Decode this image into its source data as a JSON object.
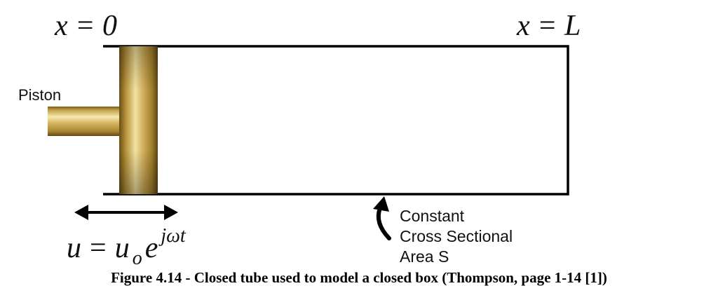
{
  "labels": {
    "x_start": "x = 0",
    "x_end": "x = L",
    "piston": "Piston",
    "velocity": {
      "u": "u",
      "equals": "=",
      "u2": "u",
      "sub": "o",
      "e": "e",
      "exp": "jωt"
    },
    "area_lines": [
      "Constant",
      "Cross Sectional",
      "Area S"
    ]
  },
  "caption": "Figure 4.14 - Closed tube used to model a closed box (Thompson, page 1-14 [1])",
  "colors": {
    "tube_line": "#000000",
    "piston_gold_light": "#f4e7a8",
    "piston_gold_mid": "#c9a447",
    "piston_gold_dark": "#6e5418"
  }
}
